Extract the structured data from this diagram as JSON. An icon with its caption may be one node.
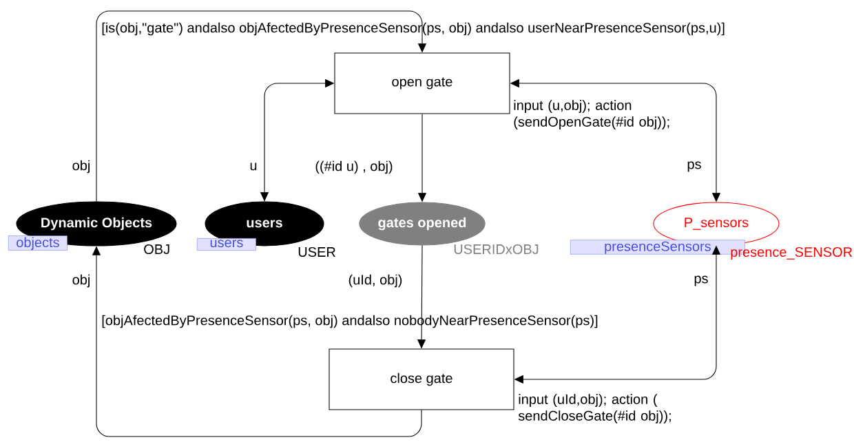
{
  "diagram": {
    "nodes": [
      {
        "text": [
          "open gate"
        ],
        "beside": [
          "[is(obj,\"gate\") andalso objAfectedByPresenceSensor(ps, obj) andalso userNearPresenceSensor(ps,u)]",
          "input (u,obj); action (sendOpenGate(#id obj));"
        ]
      },
      {
        "text": [
          "Dynamic Objects"
        ],
        "beside": [
          "objects",
          "OBJ"
        ]
      },
      {
        "text": [
          "users"
        ],
        "beside": [
          "users",
          "USER"
        ]
      },
      {
        "text": [
          "gates opened"
        ],
        "beside": [
          "USERIDxOBJ"
        ]
      },
      {
        "text": [
          "P_sensors"
        ],
        "beside": [
          "presenceSensors",
          "presence_SENSOR"
        ]
      },
      {
        "text": [
          "close gate"
        ],
        "beside": [
          "[objAfectedByPresenceSensor(ps, obj) andalso nobodyNearPresenceSensor(ps)]",
          "input (uId,obj); action ( sendCloseGate(#id obj));"
        ]
      }
    ],
    "edges": [
      {
        "from": 1,
        "to": 0,
        "arrow": "to",
        "label": "obj"
      },
      {
        "from": 2,
        "to": 0,
        "arrow": "both",
        "label": "u"
      },
      {
        "from": 0,
        "to": 3,
        "arrow": "to",
        "label": "((#id u) , obj)"
      },
      {
        "from": 4,
        "to": 0,
        "arrow": "both",
        "label": "ps"
      },
      {
        "from": 3,
        "to": 5,
        "arrow": "to",
        "label": "(uId, obj)"
      },
      {
        "from": 5,
        "to": 1,
        "arrow": "to",
        "label": "obj"
      },
      {
        "from": 4,
        "to": 5,
        "arrow": "both",
        "label": "ps"
      }
    ]
  }
}
